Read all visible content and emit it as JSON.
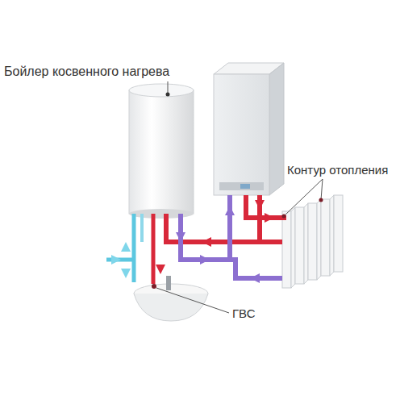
{
  "diagram": {
    "labels": [
      "Бойлер косвенного нагрева",
      "Контур отопления",
      "ГВС"
    ]
  }
}
